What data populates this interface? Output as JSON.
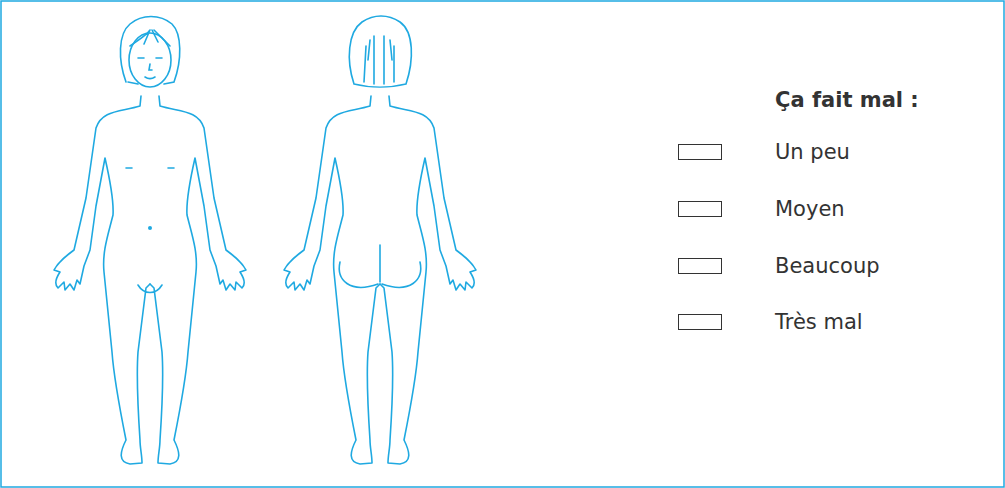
{
  "diagram": {
    "labels": [
      "Ça fait mal :"
    ],
    "legend": [
      {
        "text": "Un peu"
      },
      {
        "text": "Moyen"
      },
      {
        "text": "Beaucoup"
      },
      {
        "text": "Très mal"
      }
    ]
  }
}
